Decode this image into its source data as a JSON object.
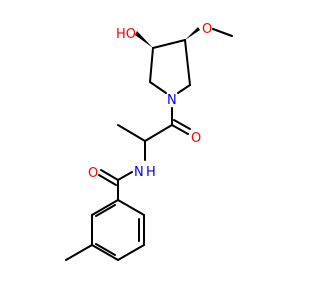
{
  "molecule": {
    "atoms": {
      "oh_label": "HO",
      "ome_o_label": "O",
      "ring_n_label": "N",
      "carbonyl_o_label": "O",
      "amide_n_label": "N",
      "amide_h_label": "H",
      "benzoyl_o_label": "O"
    }
  },
  "colors": {
    "oxygen": "#ff0000",
    "nitrogen": "#0000ff",
    "carbon": "#000000",
    "background": "#ffffff"
  }
}
